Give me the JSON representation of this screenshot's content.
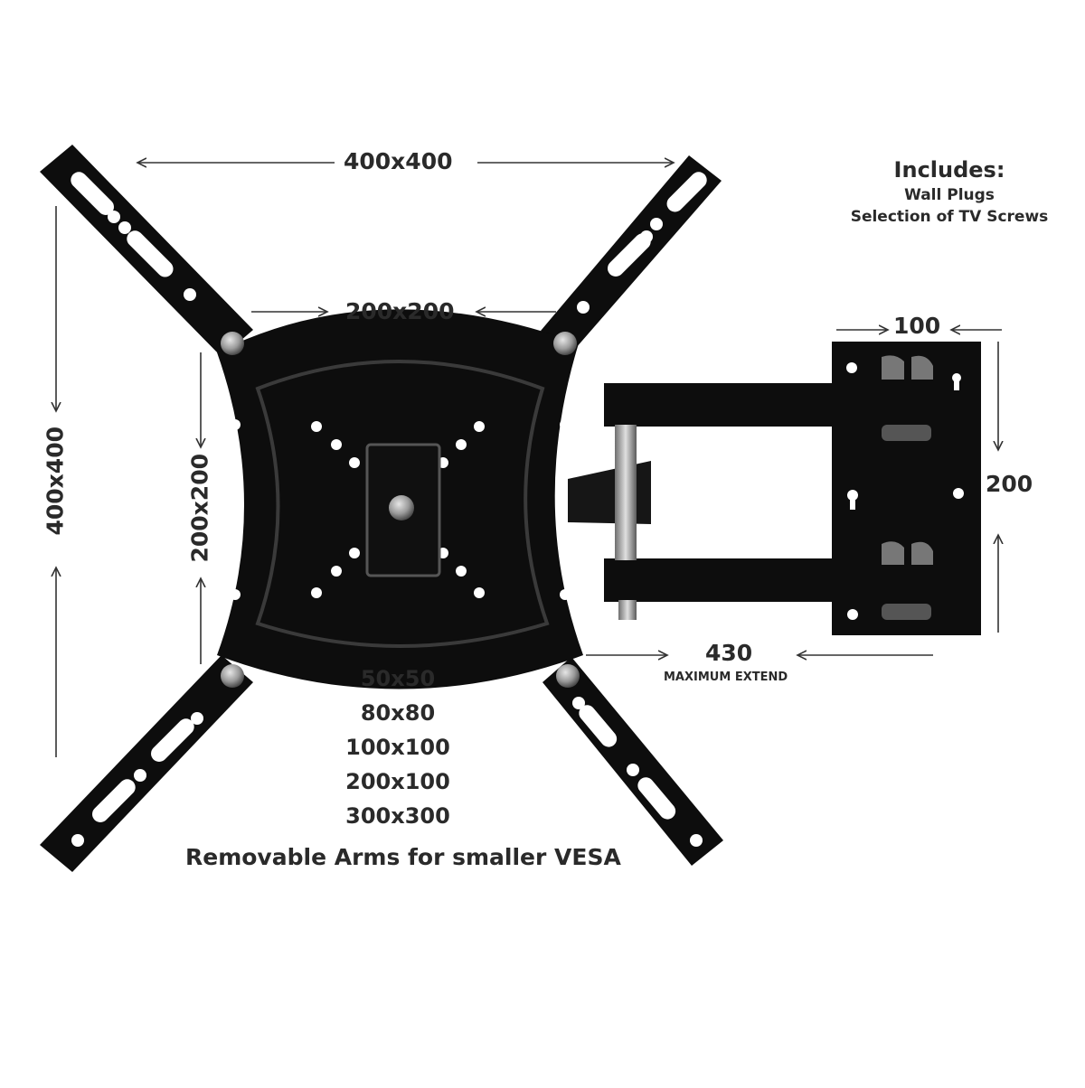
{
  "dimensions": {
    "top_width": "400x400",
    "left_height": "400x400",
    "inner_width": "200x200",
    "inner_height": "200x200",
    "wall_plate_width": "100",
    "wall_plate_height": "200",
    "extension": "430",
    "extension_caption": "MAXIMUM EXTEND"
  },
  "includes": {
    "title": "Includes:",
    "items": [
      "Wall Plugs",
      "Selection of TV Screws"
    ]
  },
  "vesa_sizes": [
    "50x50",
    "80x80",
    "100x100",
    "200x100",
    "300x300"
  ],
  "caption": "Removable Arms for smaller VESA",
  "colors": {
    "metal": "#0d0d0d",
    "bolt": "#9a9a9a",
    "arrow": "#333333",
    "text": "#2a2a2a"
  }
}
